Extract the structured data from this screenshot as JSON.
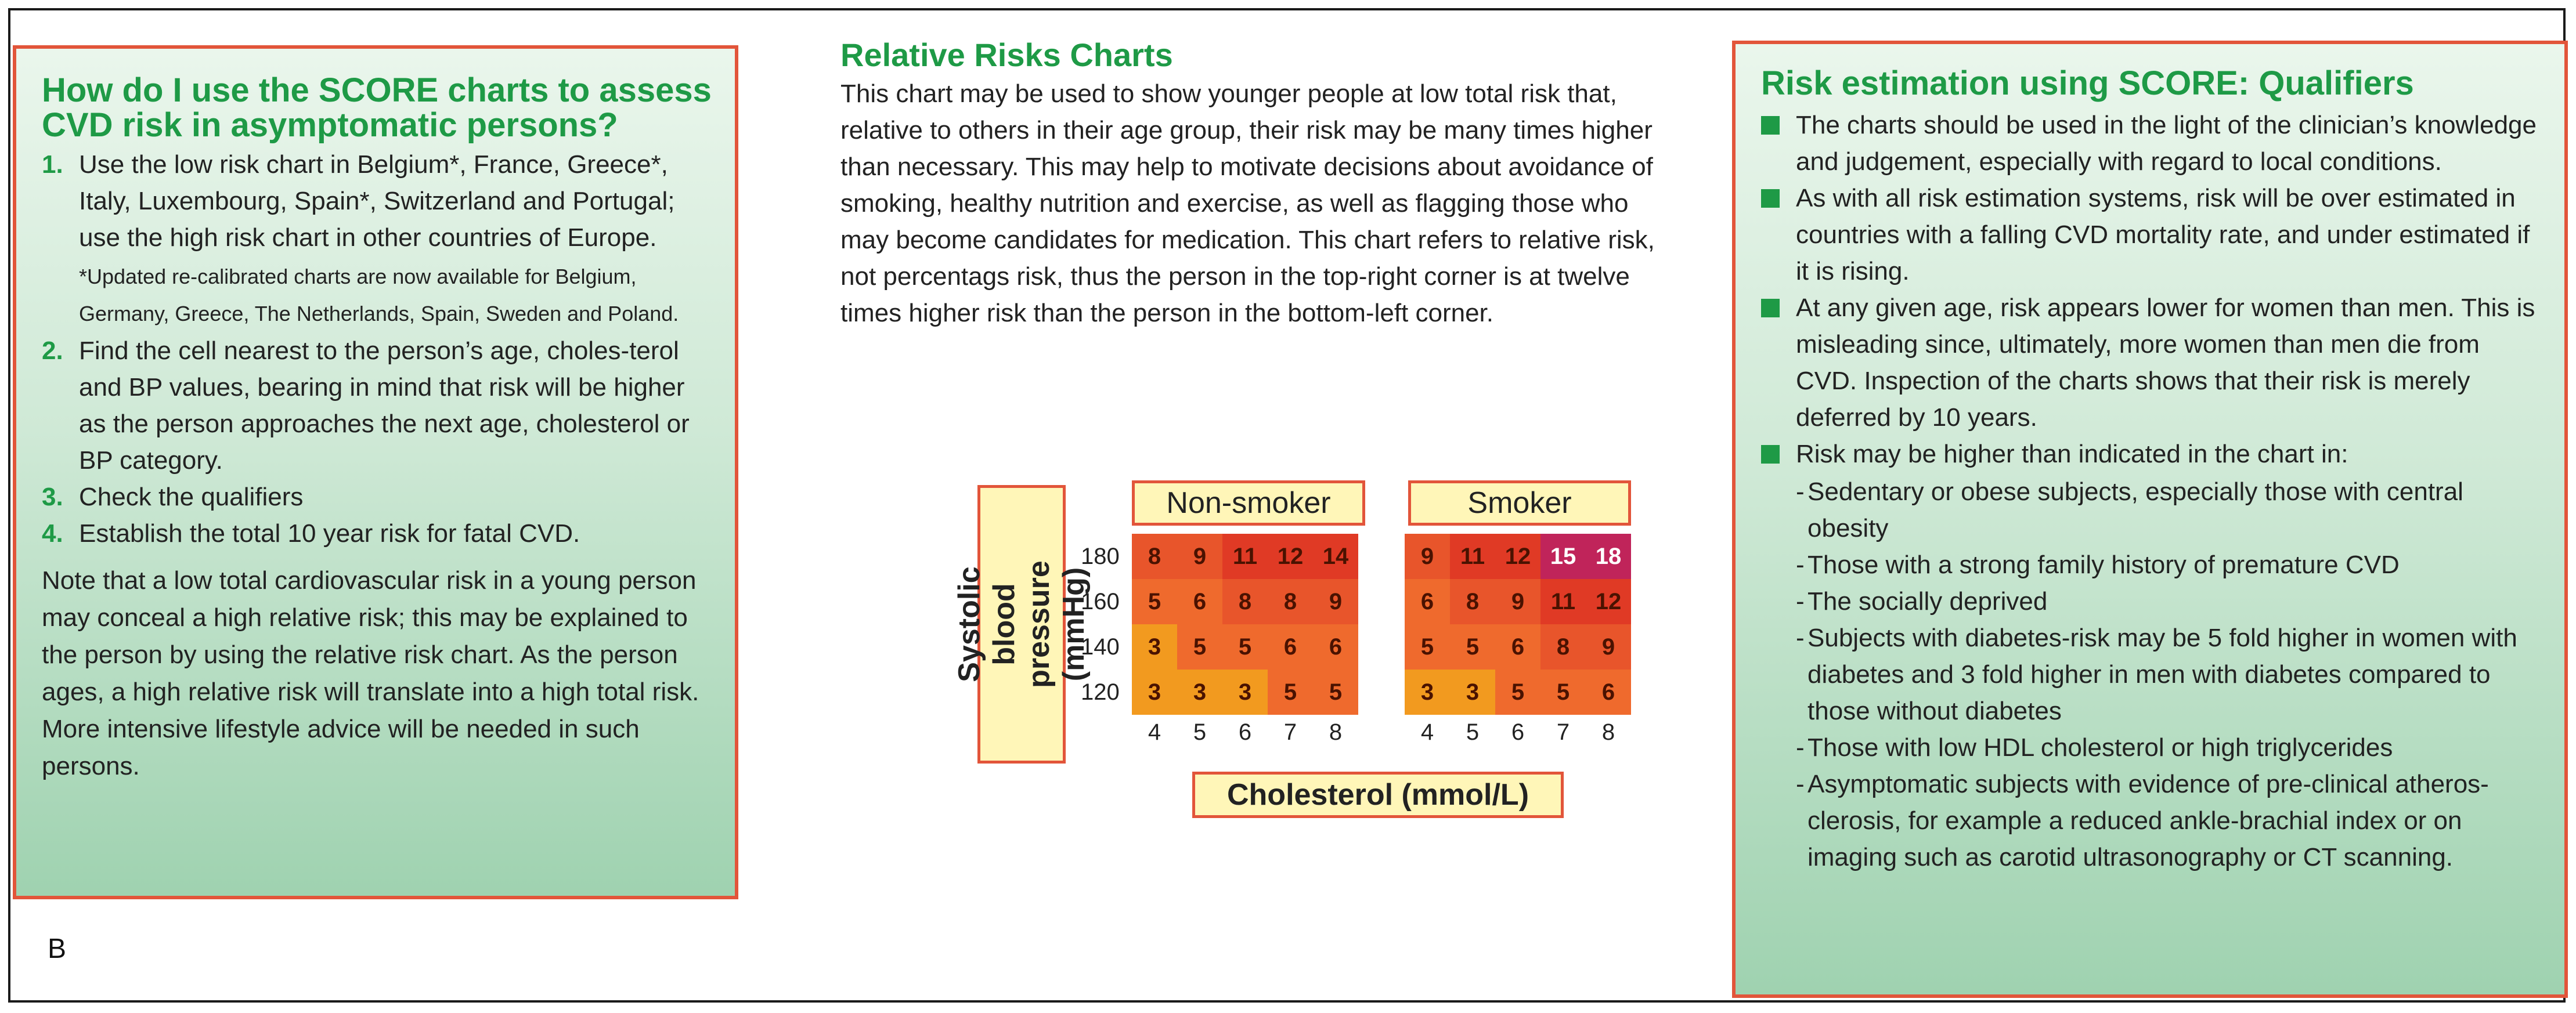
{
  "panel_label": "B",
  "left": {
    "title": "How do I use the SCORE charts to assess CVD risk in asymptomatic persons?",
    "steps": [
      {
        "num": "1.",
        "text": "Use the low risk chart in Belgium*, France, Greece*, Italy, Luxembourg, Spain*, Switzerland and Portugal; use the high risk chart in other countries of Europe."
      },
      {
        "num": "2.",
        "text": "Find the cell nearest to the person’s age, choles-terol and BP values, bearing in mind that risk will be higher as the person approaches the next age, cholesterol or BP category."
      },
      {
        "num": "3.",
        "text": "Check the qualifiers"
      },
      {
        "num": "4.",
        "text": "Establish the total 10 year risk for fatal CVD."
      }
    ],
    "footnote": "*Updated re-calibrated charts are now available for Belgium, Germany, Greece, The Netherlands, Spain, Sweden and Poland.",
    "note": "Note that a low total cardiovascular risk in a young person may conceal a high relative risk; this may be explained to the person by using the relative risk chart. As the person ages, a high relative risk will translate into a high total risk. More intensive lifestyle advice will be needed in such persons."
  },
  "center": {
    "title": "Relative Risks Charts",
    "text": "This chart may be used to show younger people at low total risk that, relative to others in their age group, their risk may be many times higher than necessary. This may help to motivate decisions about avoidance of smoking, healthy nutrition and exercise, as well as flagging those who may become candidates for medication. This chart refers to relative risk, not percentags risk, thus the person in the top-right corner is at twelve times higher risk than the person in the bottom-left corner."
  },
  "chart": {
    "ylabel": "Systolic blood pressure (mmHg)",
    "xlabel": "Cholesterol (mmol/L)",
    "row_labels": [
      "180",
      "160",
      "140",
      "120"
    ],
    "col_labels": [
      "4",
      "5",
      "6",
      "7",
      "8"
    ],
    "groups": [
      {
        "name": "Non-smoker",
        "values": [
          [
            8,
            9,
            11,
            12,
            14
          ],
          [
            5,
            6,
            8,
            8,
            9
          ],
          [
            3,
            5,
            5,
            6,
            6
          ],
          [
            3,
            3,
            3,
            5,
            5
          ]
        ]
      },
      {
        "name": "Smoker",
        "values": [
          [
            9,
            11,
            12,
            15,
            18
          ],
          [
            6,
            8,
            9,
            11,
            12
          ],
          [
            5,
            5,
            6,
            8,
            9
          ],
          [
            3,
            3,
            5,
            5,
            6
          ]
        ]
      }
    ],
    "colors": {
      "3": "#f29a1f",
      "5": "#ef6a2d",
      "6": "#ef6a2d",
      "8": "#e8552b",
      "9": "#e8552b",
      "11": "#e03a25",
      "12": "#e03a25",
      "14": "#e03a25",
      "15": "#c0245a",
      "18": "#c0245a"
    }
  },
  "right": {
    "title": "Risk estimation using SCORE: Qualifiers",
    "bullets": [
      "The charts should be used in the light of the clinician’s knowledge and judgement, especially with regard to local conditions.",
      "As with all risk estimation systems, risk will be over estimated in countries with a falling CVD mortality rate, and under estimated if it is rising.",
      "At any given age, risk appears lower for women than men. This is misleading since, ultimately, more women than men die from CVD. Inspection of the charts shows that their risk is merely deferred by 10 years.",
      "Risk may be higher than indicated in the chart in:"
    ],
    "sub_items": [
      "Sedentary or obese subjects, especially those with central obesity",
      "Those with a strong family history of premature CVD",
      "The socially deprived",
      "Subjects with diabetes-risk may be 5 fold higher in women with diabetes and 3 fold higher in men with diabetes compared to those without diabetes",
      "Those with low HDL cholesterol or high triglycerides",
      "Asymptomatic subjects with evidence of pre-clinical atheros-clerosis, for example a reduced ankle-brachial index or on imaging such as carotid ultrasonography or CT scanning."
    ]
  }
}
